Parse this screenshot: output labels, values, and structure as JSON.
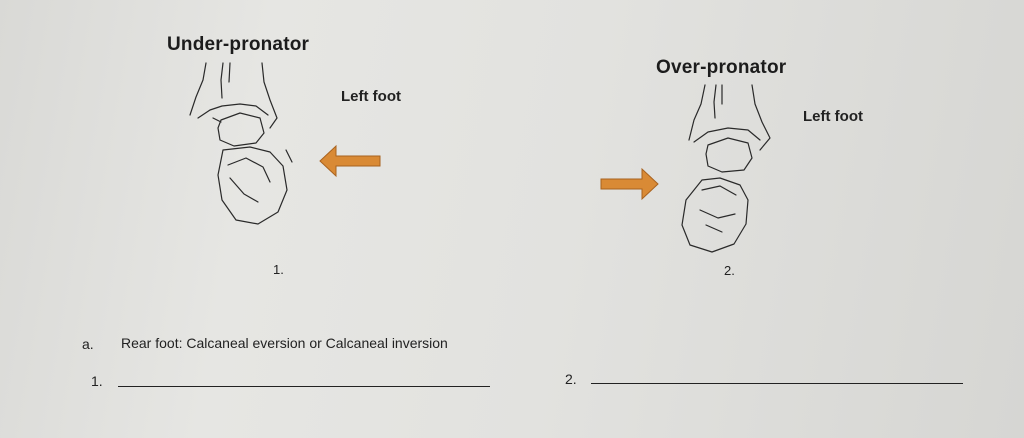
{
  "diagrams": [
    {
      "title": "Under-pronator",
      "foot_label": "Left foot",
      "number": "1."
    },
    {
      "title": "Over-pronator",
      "foot_label": "Left foot",
      "number": "2."
    }
  ],
  "question": {
    "letter": "a.",
    "text": "Rear foot:  Calcaneal eversion or Calcaneal inversion"
  },
  "answers": [
    {
      "label": "1."
    },
    {
      "label": "2."
    }
  ],
  "colors": {
    "arrow": "#d98a35",
    "arrow_stroke": "#a8621f",
    "sketch": "#2a2a2a"
  }
}
